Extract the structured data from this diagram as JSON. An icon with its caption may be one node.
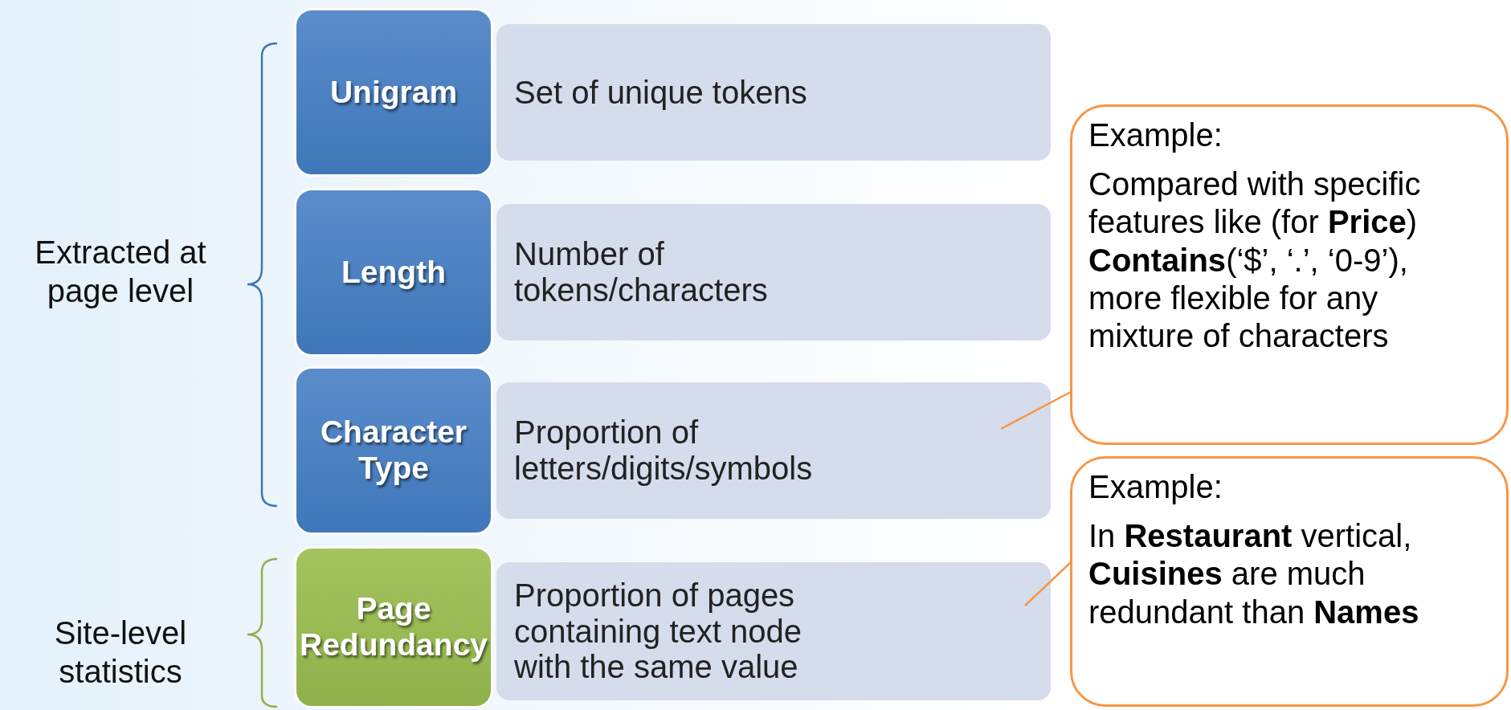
{
  "diagram": {
    "nodes": [
      {
        "text": [
          "Unigram"
        ]
      },
      {
        "text": [
          "Set of unique tokens"
        ]
      },
      {
        "text": [
          "Length"
        ]
      },
      {
        "text": [
          "Number of tokens/characters"
        ]
      },
      {
        "text": [
          "Character Type"
        ]
      },
      {
        "text": [
          "Proportion of letters/digits/symbols"
        ]
      },
      {
        "text": [
          "Page Redundancy"
        ]
      },
      {
        "text": [
          "Proportion of pages containing text node with the same value"
        ]
      },
      {
        "text": [
          "Example:",
          "Compared with specific features like (for **Price**) **Contains**(‘$’, ‘.’, ‘0-9’), more flexible for any mixture of characters"
        ]
      },
      {
        "text": [
          "Example:",
          "In **Restaurant** vertical, **Cuisines** are much redundant than **Names**"
        ]
      }
    ],
    "edges": [
      {
        "from": 8,
        "to": 5,
        "arrow": "none"
      },
      {
        "from": 9,
        "to": 7,
        "arrow": "none"
      }
    ],
    "labels": [
      "Extracted at page level",
      "Site-level statistics"
    ]
  }
}
